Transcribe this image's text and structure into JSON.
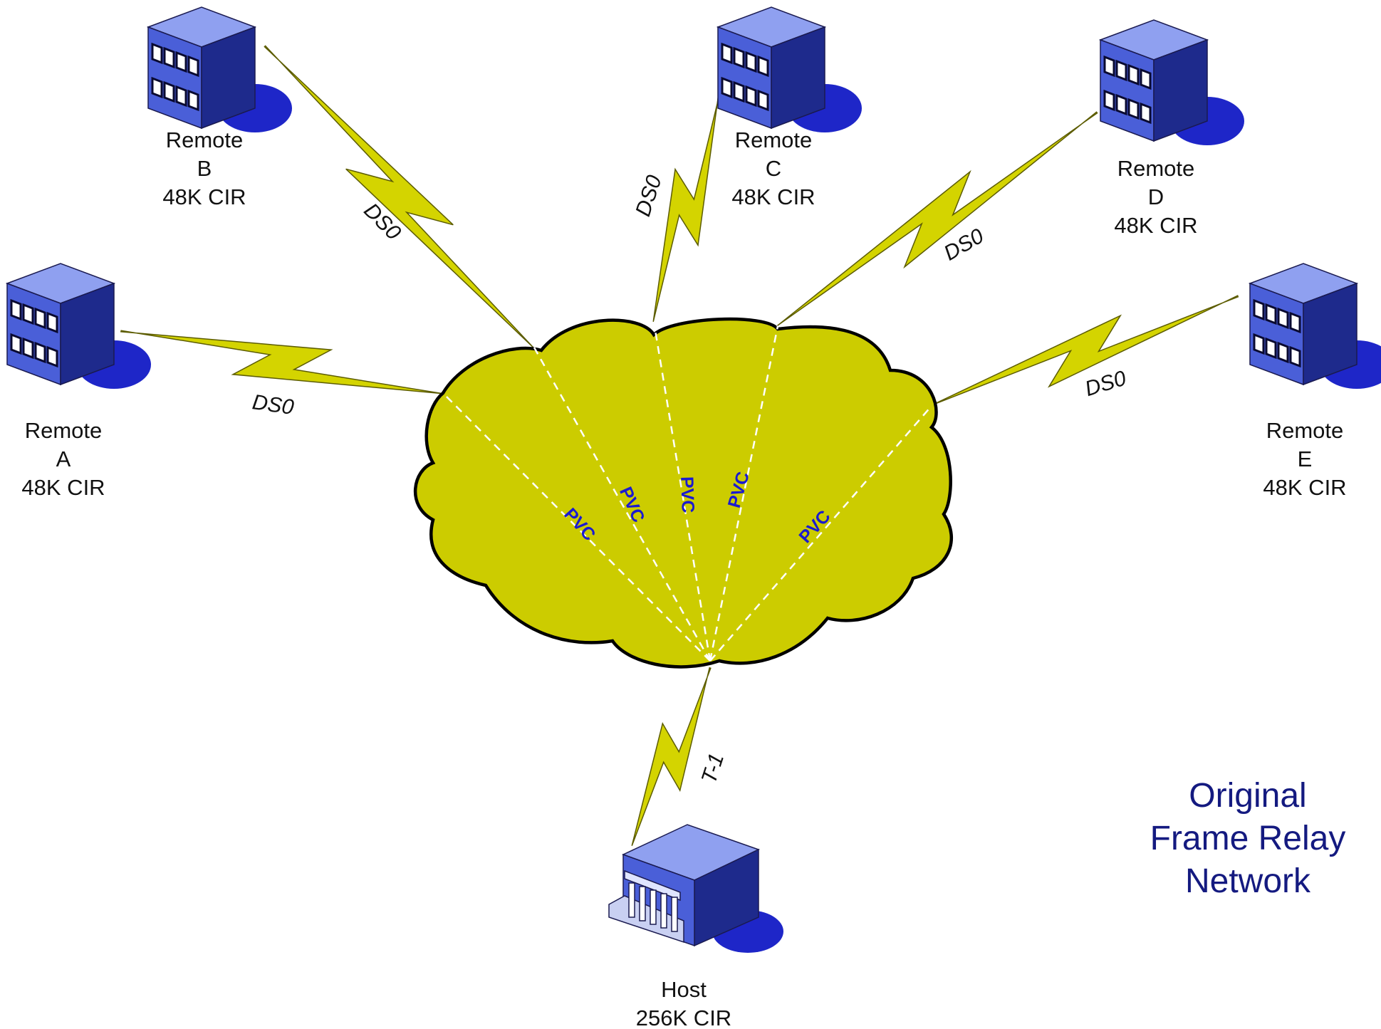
{
  "title": {
    "lines": [
      "Original",
      "Frame Relay",
      "Network"
    ]
  },
  "colors": {
    "cloud_fill": "#cccc00",
    "cloud_stroke": "#000000",
    "link_fill": "#d4d400",
    "pvc_text": "#1a1ad0",
    "title_text": "#141a80",
    "building_front": "#4a5fd8",
    "building_side": "#1e2a8c",
    "building_top": "#8fa0f0",
    "building_shadow": "#1e26c8"
  },
  "sites": [
    {
      "id": "remote-a",
      "icon": "office-building-icon",
      "lines": [
        "Remote",
        "A",
        "48K CIR"
      ]
    },
    {
      "id": "remote-b",
      "icon": "office-building-icon",
      "lines": [
        "Remote",
        "B",
        "48K CIR"
      ]
    },
    {
      "id": "remote-c",
      "icon": "office-building-icon",
      "lines": [
        "Remote",
        "C",
        "48K CIR"
      ]
    },
    {
      "id": "remote-d",
      "icon": "office-building-icon",
      "lines": [
        "Remote",
        "D",
        "48K CIR"
      ]
    },
    {
      "id": "remote-e",
      "icon": "office-building-icon",
      "lines": [
        "Remote",
        "E",
        "48K CIR"
      ]
    },
    {
      "id": "host",
      "icon": "headquarters-building-icon",
      "lines": [
        "Host",
        "256K CIR"
      ]
    }
  ],
  "links": [
    {
      "id": "link-a",
      "label": "DS0"
    },
    {
      "id": "link-b",
      "label": "DS0"
    },
    {
      "id": "link-c",
      "label": "DS0"
    },
    {
      "id": "link-d",
      "label": "DS0"
    },
    {
      "id": "link-e",
      "label": "DS0"
    },
    {
      "id": "link-host",
      "label": "T-1"
    }
  ],
  "pvcs": [
    {
      "id": "pvc-a",
      "label": "PVC"
    },
    {
      "id": "pvc-b",
      "label": "PVC"
    },
    {
      "id": "pvc-c",
      "label": "PVC"
    },
    {
      "id": "pvc-d",
      "label": "PVC"
    },
    {
      "id": "pvc-e",
      "label": "PVC"
    }
  ]
}
